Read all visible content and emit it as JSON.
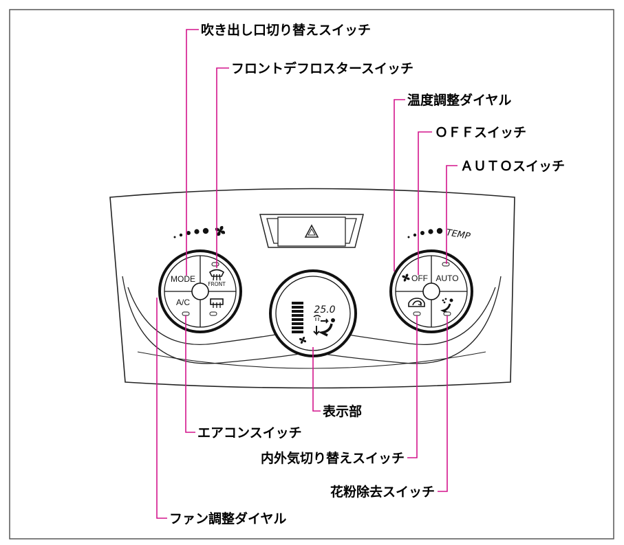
{
  "callouts": {
    "mode_switch": "吹き出し口切り替えスイッチ",
    "front_defroster": "フロントデフロスタースイッチ",
    "temp_dial": "温度調整ダイヤル",
    "off_switch": "ＯＦＦスイッチ",
    "auto_switch": "ＡＵＴＯスイッチ",
    "display": "表示部",
    "ac_switch": "エアコンスイッチ",
    "recirc_switch": "内外気切り替えスイッチ",
    "pollen_switch": "花粉除去スイッチ",
    "fan_dial": "ファン調整ダイヤル"
  },
  "panel": {
    "left_dial": {
      "mode_label": "MODE",
      "front_label": "FRONT",
      "ac_label": "A/C"
    },
    "right_dial": {
      "off_label": "OFF",
      "auto_label": "AUTO",
      "temp_label": "TEMP"
    },
    "display": {
      "temperature": "25.0"
    }
  },
  "colors": {
    "leader_line": "#d4148c",
    "panel_outline": "#222222",
    "frame": "#555555"
  },
  "icons": {
    "fan": "fan-icon",
    "defrost_front": "front-defrost-icon",
    "defrost_rear": "rear-defrost-icon",
    "hazard": "hazard-triangle-icon",
    "recirc": "recirculation-icon",
    "pollen": "pollen-filter-icon"
  }
}
